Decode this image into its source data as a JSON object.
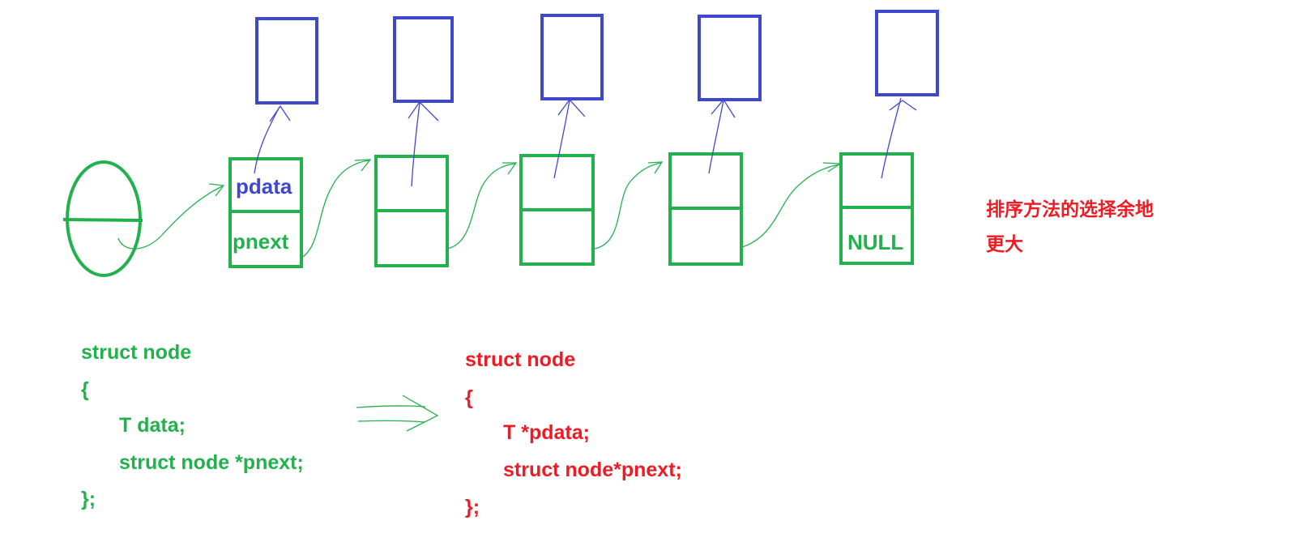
{
  "colors": {
    "green": "#22b14c",
    "blue": "#3f48cc",
    "red": "#ed1c24",
    "background": "#ffffff"
  },
  "list": {
    "first_node": {
      "top_label": "pdata",
      "bottom_label": "pnext"
    },
    "last_node": {
      "bottom_label": "NULL"
    },
    "node_count": 5
  },
  "note": {
    "lines": [
      "排序方法的选择余地",
      "更大"
    ]
  },
  "code_before": {
    "lines": [
      "struct node",
      "{",
      "T data;",
      "struct node *pnext;",
      "};"
    ]
  },
  "code_after": {
    "lines": [
      "struct node",
      "{",
      "T *pdata;",
      "struct node*pnext;",
      "};"
    ]
  }
}
